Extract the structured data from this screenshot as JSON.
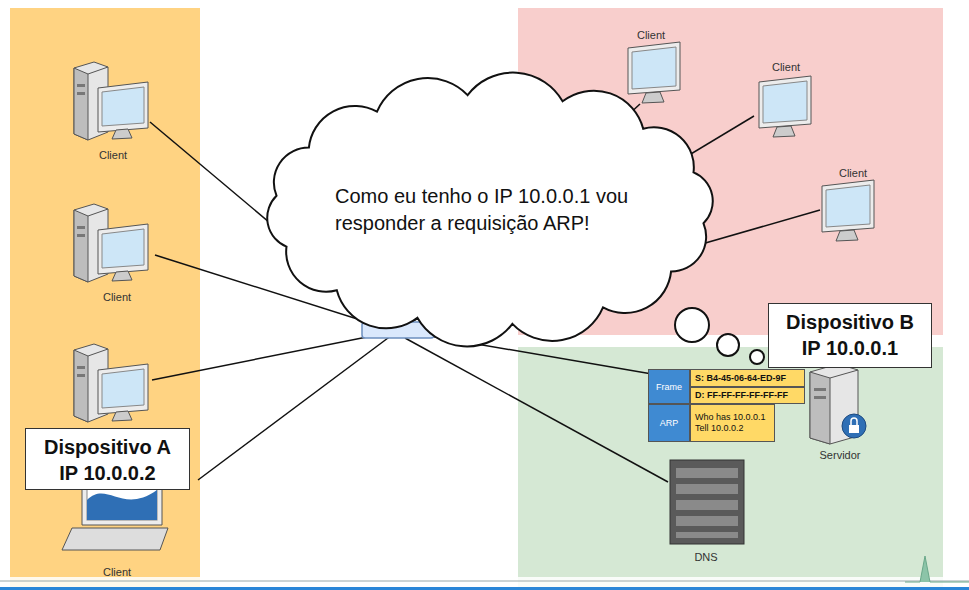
{
  "diagram": {
    "nodes": [
      {
        "text": [
          "Client"
        ]
      },
      {
        "text": [
          "Client"
        ]
      },
      {
        "text": [
          "Client"
        ]
      },
      {
        "text": [
          "Client"
        ]
      },
      {
        "text": [
          "Como eu tenho o IP 10.0.0.1 vou responder a requisição ARP!"
        ]
      },
      {
        "text": [
          "Client"
        ]
      },
      {
        "text": [
          "Dispositivo B",
          "IP 10.0.0.1"
        ]
      },
      {
        "text": [
          "Frame"
        ]
      },
      {
        "text": [
          "S: B4-45-06-64-ED-9F"
        ]
      },
      {
        "text": [
          "D: FF-FF-FF-FF-FF-FF"
        ]
      },
      {
        "text": [
          "ARP"
        ]
      },
      {
        "text": [
          "Who has 10.0.0.1",
          "Tell 10.0.0.2"
        ]
      },
      {
        "text": [
          "Dispositivo A",
          "IP 10.0.0.2"
        ]
      },
      {
        "text": [
          "Servidor"
        ]
      },
      {
        "text": [
          "DNS"
        ]
      },
      {
        "text": [
          "Client"
        ]
      }
    ]
  }
}
